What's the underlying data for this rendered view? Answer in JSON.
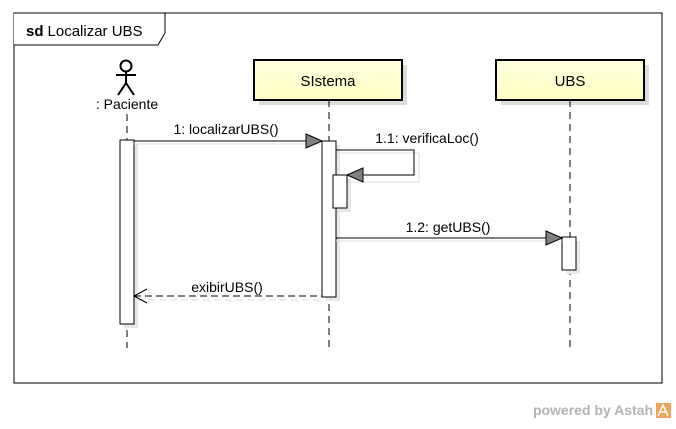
{
  "frame": {
    "keyword": "sd",
    "name": "Localizar UBS"
  },
  "lifelines": {
    "paciente": {
      "label": ": Paciente",
      "kind": "actor"
    },
    "sistema": {
      "label": "SIstema",
      "kind": "object"
    },
    "ubs": {
      "label": "UBS",
      "kind": "object"
    }
  },
  "messages": {
    "m1": {
      "label": "1: localizarUBS()",
      "kind": "sync"
    },
    "m11": {
      "label": "1.1: verificaLoc()",
      "kind": "self-sync"
    },
    "m12": {
      "label": "1.2: getUBS()",
      "kind": "sync"
    },
    "m2": {
      "label": "exibirUBS()",
      "kind": "reply"
    }
  },
  "watermark": {
    "text": "powered by Astah",
    "icon": "astah-logo-icon"
  },
  "colors": {
    "object_fill": "#ffffcc",
    "object_shadow": "#dcdcdc",
    "line": "#000000",
    "arrowhead": "#7f7f7f",
    "watermark_text": "#b4b4b4",
    "watermark_logo": "#f0a35a"
  }
}
